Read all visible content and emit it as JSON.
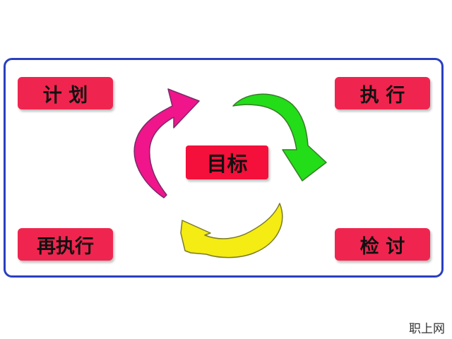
{
  "diagram": {
    "center_label": "目标",
    "corners": {
      "top_left": "计 划",
      "top_right": "执 行",
      "bottom_right": "检 讨",
      "bottom_left": "再执行"
    },
    "colors": {
      "frame_border": "#2a3fbf",
      "tag_fill": "#f0254f",
      "center_fill": "#f4103a",
      "arrow_magenta": "#f0158a",
      "arrow_green": "#22dd18",
      "arrow_yellow": "#f4ec12"
    }
  },
  "watermark": "职上网"
}
